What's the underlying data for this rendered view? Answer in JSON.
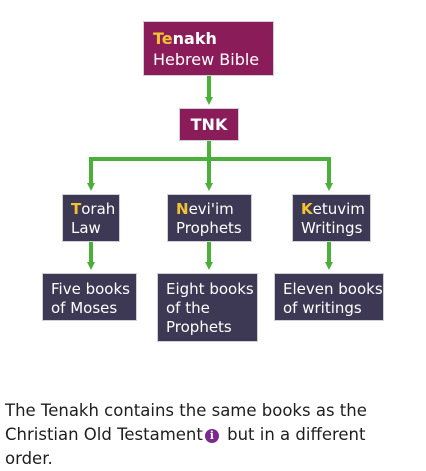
{
  "diagram": {
    "root": {
      "highlight": "Te",
      "rest": "nakh",
      "highlight2": "",
      "subtitle": "Hebrew Bible"
    },
    "tnk": {
      "label": "TNK"
    },
    "branches": [
      {
        "hl": "T",
        "name": "orah",
        "translation": "Law",
        "detail": [
          "Five books",
          "of Moses"
        ]
      },
      {
        "hl": "N",
        "name": "evi'im",
        "translation": "Prophets",
        "detail": [
          "Eight books",
          "of the",
          "Prophets"
        ]
      },
      {
        "hl": "K",
        "name": "etuvim",
        "translation": "Writings",
        "detail": [
          "Eleven books",
          "of writings"
        ]
      }
    ]
  },
  "caption": {
    "before": "The Tenakh contains the same books as the Christian Old Testament",
    "after": "but in a different order."
  },
  "colors": {
    "burgundy": "#8b1c5a",
    "navy": "#3d3854",
    "green": "#4caf3a",
    "highlight": "#f1c232",
    "info": "#7a2a8f"
  },
  "icons": {
    "info": "info-icon"
  }
}
